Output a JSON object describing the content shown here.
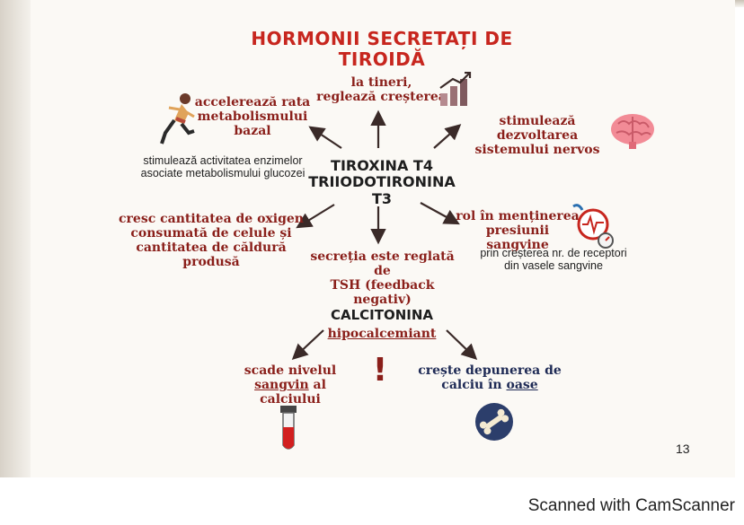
{
  "title": "HORMONII SECRETAȚI DE TIROIDĂ",
  "center": {
    "line1": "TIROXINA T4",
    "line2": "TRIIODOTIRONINA T3"
  },
  "growth": {
    "line1": "la tineri,",
    "line2": "reglează creșterea"
  },
  "metabolism": {
    "line1": "accelerează rata",
    "line2": "metabolismului",
    "line3": "bazal"
  },
  "enzymes": {
    "line1": "stimulează activitatea enzimelor",
    "line2": "asociate metabolismului glucozei"
  },
  "nervous": {
    "line1": "stimulează dezvoltarea",
    "line2": "sistemului nervos"
  },
  "oxygen": {
    "line1": "cresc cantitatea de oxigen",
    "line2": "consumată de celule și",
    "line3": "cantitatea de căldură produsă"
  },
  "pressure": {
    "line1": "rol în menținerea",
    "line2": "presiunii sangvine"
  },
  "receptors": {
    "line1": "prin creșterea nr. de receptori",
    "line2": "din vasele sangvine"
  },
  "tsh": {
    "line1": "secreția este reglată de",
    "line2": "TSH (feedback negativ)"
  },
  "calcitonin": {
    "name": "CALCITONINA",
    "effect": "hipocalcemiant"
  },
  "blood_calcium": {
    "line1": "scade nivelul",
    "underlined": "sangvin",
    "rest": " al calciului"
  },
  "bone": {
    "line1": "crește depunerea de",
    "line2a": "calciu în ",
    "underlined": "oase"
  },
  "exclamation": "!",
  "page_number": "13",
  "watermark": "Scanned with CamScanner",
  "colors": {
    "title": "#c7261e",
    "text_red": "#8a1f1a",
    "arrow": "#3a2a28",
    "brain": "#f28b96",
    "bone_bg": "#2c3e6b"
  },
  "icons": [
    "runner-icon",
    "growth-chart-icon",
    "brain-icon",
    "blood-pressure-icon",
    "test-tube-icon",
    "bone-icon"
  ]
}
